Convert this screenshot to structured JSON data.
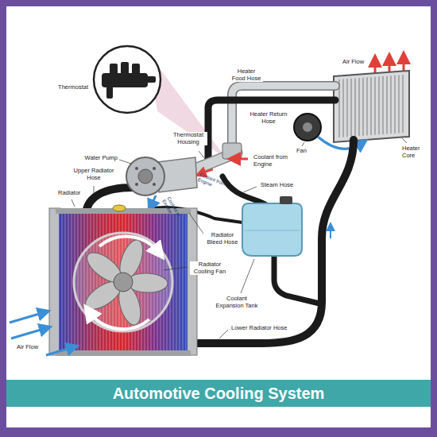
{
  "diagram": {
    "title": "Automotive Cooling System",
    "labels": [
      "Thermostat",
      "Heater Food Hose",
      "Air Flow",
      "Heater Return Hose",
      "Fan",
      "Heater Core",
      "Thermostat Housing",
      "Coolant from Engine",
      "Water Pump",
      "Upper Radiator Hose",
      "Coolant from Engine",
      "Steam Hose",
      "Coolant to Engine",
      "Radiator",
      "Radiator Bleed Hose",
      "Radiator Cooling Fan",
      "Coolant Expansion Tank",
      "Lower Radiator Hose",
      "Air Flow"
    ]
  }
}
